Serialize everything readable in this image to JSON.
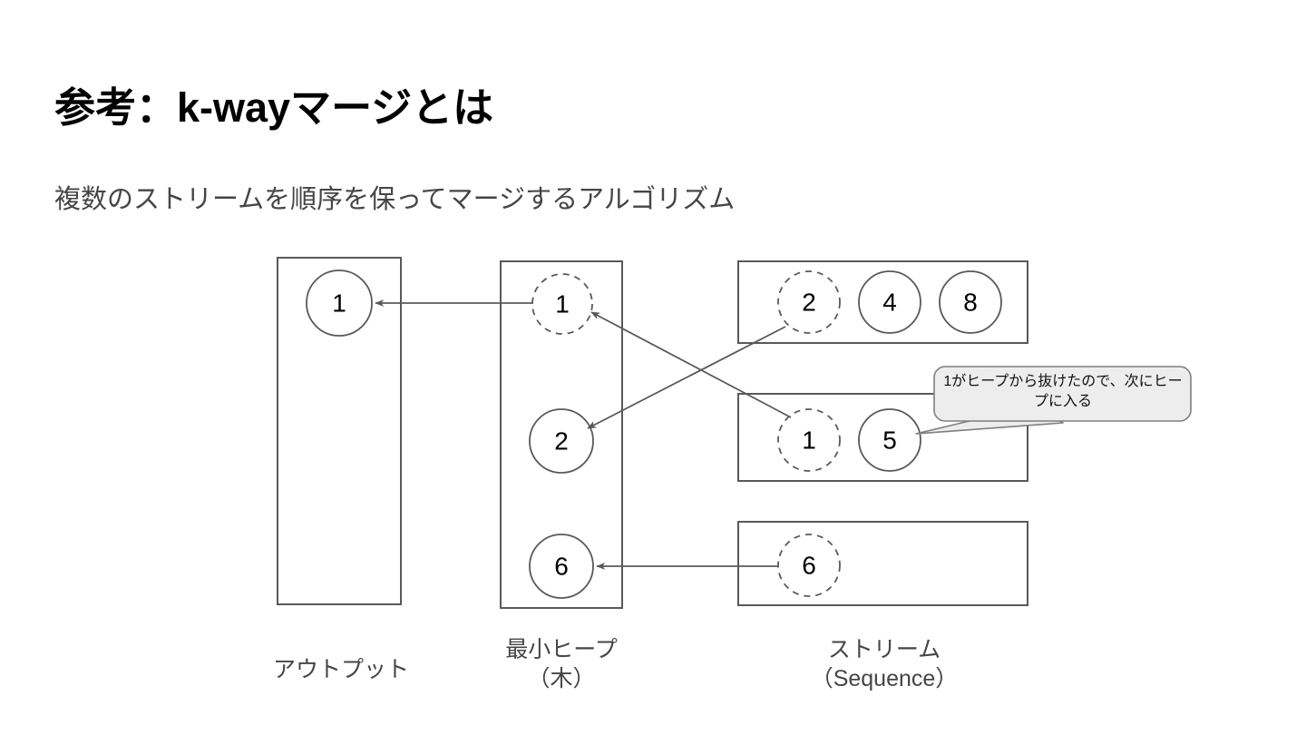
{
  "slide": {
    "title": "参考：k-wayマージとは",
    "subtitle": "複数のストリームを順序を保ってマージするアルゴリズム",
    "background_color": "#ffffff",
    "stroke_color": "#595959",
    "text_color": "#404040"
  },
  "columns": [
    {
      "id": "output",
      "caption": "アウトプット"
    },
    {
      "id": "heap",
      "caption": "最小ヒープ\n（木）"
    },
    {
      "id": "stream",
      "caption": "ストリーム\n（Sequence）"
    }
  ],
  "output_box": {
    "name": "output-column",
    "nodes": [
      {
        "value": "1",
        "style": "solid"
      }
    ]
  },
  "heap_box": {
    "name": "min-heap-column",
    "nodes": [
      {
        "value": "1",
        "style": "dashed"
      },
      {
        "value": "2",
        "style": "solid"
      },
      {
        "value": "6",
        "style": "solid"
      }
    ]
  },
  "stream_boxes": [
    {
      "name": "stream-row-1",
      "nodes": [
        {
          "value": "2",
          "style": "dashed"
        },
        {
          "value": "4",
          "style": "solid"
        },
        {
          "value": "8",
          "style": "solid"
        }
      ]
    },
    {
      "name": "stream-row-2",
      "nodes": [
        {
          "value": "1",
          "style": "dashed"
        },
        {
          "value": "5",
          "style": "solid"
        }
      ]
    },
    {
      "name": "stream-row-3",
      "nodes": [
        {
          "value": "6",
          "style": "dashed"
        }
      ]
    }
  ],
  "callout": {
    "text": "1がヒープから抜けたので、次にヒープに入る",
    "fill": "#EDEDED",
    "border": "#7F7F7F",
    "points_to": "5"
  },
  "arrows": [
    {
      "name": "arrow-heap1-to-output1",
      "from": "heap-node-1",
      "to": "output-node-1"
    },
    {
      "name": "arrow-stream2-1-to-heap-1",
      "from": "stream2-node-1",
      "to": "heap-node-1"
    },
    {
      "name": "arrow-stream1-2-to-heap-2",
      "from": "stream1-node-2",
      "to": "heap-node-2"
    },
    {
      "name": "arrow-stream3-6-to-heap-6",
      "from": "stream3-node-6",
      "to": "heap-node-6"
    }
  ]
}
